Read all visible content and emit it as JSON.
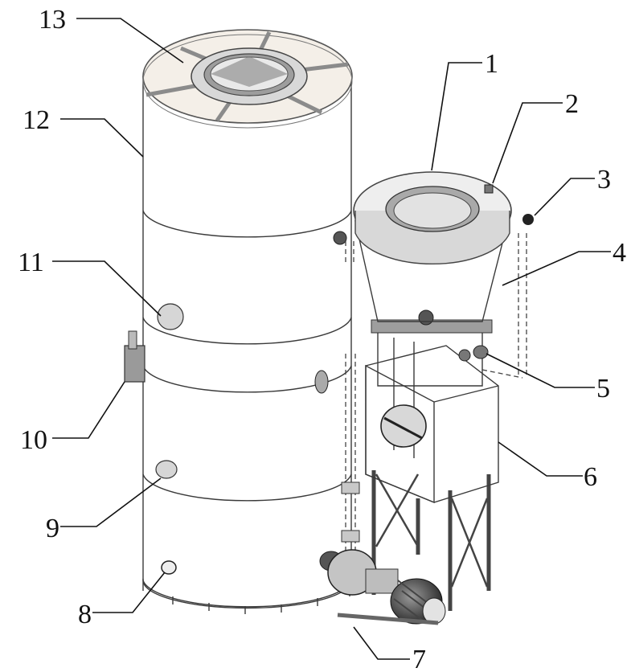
{
  "labels": {
    "l1": "1",
    "l2": "2",
    "l3": "3",
    "l4": "4",
    "l5": "5",
    "l6": "6",
    "l7": "7",
    "l8": "8",
    "l9": "9",
    "l10": "10",
    "l11": "11",
    "l12": "12",
    "l13": "13"
  },
  "colors": {
    "metal_dark": "#6f6f6f",
    "metal_mid": "#b9b9b9",
    "metal_light": "#ececec",
    "roof_light": "#f4efe8",
    "line": "#111111"
  }
}
